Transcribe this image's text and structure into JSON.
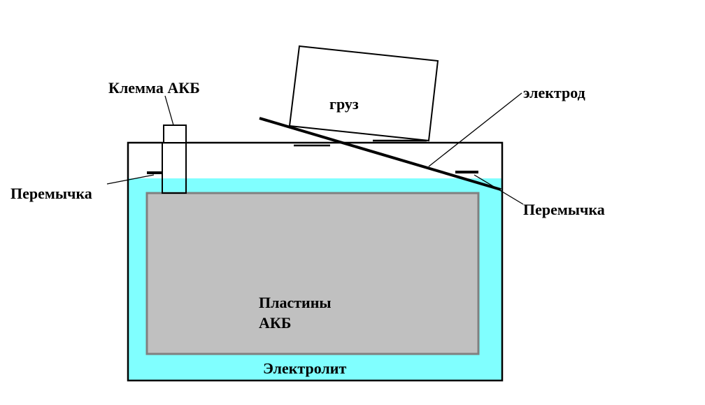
{
  "labels": {
    "terminal": "Клемма АКБ",
    "load": "груз",
    "electrode": "электрод",
    "jumper_left": "Перемычка",
    "jumper_right": "Перемычка",
    "plates_line1": "Пластины",
    "plates_line2": "АКБ",
    "electrolyte": "Электролит"
  },
  "colors": {
    "electrolyte": "#80ffff",
    "plates_fill": "#c0c0c0",
    "plates_border": "#808080",
    "outline": "#000000",
    "background": "#ffffff"
  }
}
